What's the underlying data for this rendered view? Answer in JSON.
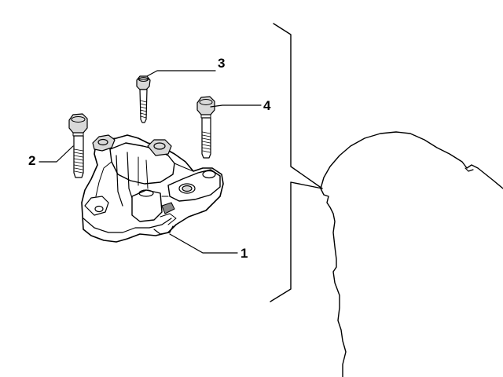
{
  "callouts": [
    {
      "id": "1",
      "label": "1"
    },
    {
      "id": "2",
      "label": "2"
    },
    {
      "id": "3",
      "label": "3"
    },
    {
      "id": "4",
      "label": "4"
    }
  ],
  "colors": {
    "ink": "#000000",
    "background": "#ffffff",
    "shade": "#d9d9d9"
  }
}
